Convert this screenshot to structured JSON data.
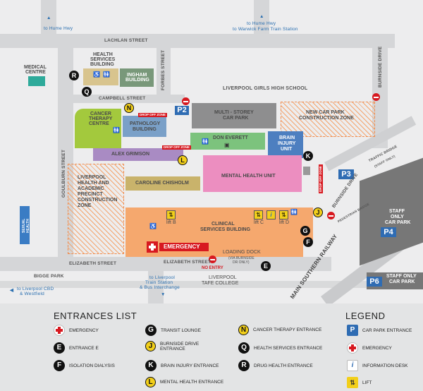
{
  "streets": {
    "lachlan": "LACHLAN STREET",
    "campbell": "CAMPBELL STREET",
    "forbes": "FORBES STREET",
    "goulburn": "GOULBURN STREET",
    "burnside": "BURNSIDE DRIVE",
    "burnside2": "BURNSIDE DRIVE",
    "elizabeth_left": "ELIZABETH STREET",
    "elizabeth_mid": "ELIZABETH STREET",
    "bigge": "BIGGE PARK",
    "railway": "MAIN SOUTHERN RAILWAY",
    "traffic_bridge": "TRAFFIC BRIDGE",
    "traffic_bridge_sub": "(STAFF ONLY)",
    "ped_bridge": "PEDESTRIAN BRIDGE"
  },
  "directions": {
    "hume_left": "to Hume Hwy",
    "hume_right_1": "to Hume Hwy",
    "hume_right_2": "to Warwick Farm Train Station",
    "cbd_1": "to Liverpool CBD",
    "cbd_2": "& Westfield",
    "train_1": "to Liverpool",
    "train_2": "Train Station",
    "train_3": "& Bus Interchange"
  },
  "places": {
    "medical_centre_1": "MEDICAL",
    "medical_centre_2": "CENTRE",
    "health_services_1": "HEALTH",
    "health_services_2": "SERVICES",
    "health_services_3": "BUILDING",
    "ingham_1": "INGHAM",
    "ingham_2": "BUILDING",
    "girls_high": "LIVERPOOL GIRLS HIGH SCHOOL",
    "cancer_1": "CANCER",
    "cancer_2": "THERAPY",
    "cancer_3": "CENTRE",
    "pathology_1": "PATHOLOGY",
    "pathology_2": "BUILDING",
    "multistorey_1": "MULTI - STOREY",
    "multistorey_2": "CAR PARK",
    "new_car_park_1": "NEW CAR PARK",
    "new_car_park_2": "CONSTRUCTION ZONE",
    "don_everett": "DON  EVERETT",
    "brain_1": "BRAIN",
    "brain_2": "INJURY",
    "brain_3": "UNIT",
    "alex_grimson": "ALEX GRIMSON",
    "mental_health": "MENTAL HEALTH UNIT",
    "precinct_1": "LIVERPOOL",
    "precinct_2": "HEALTH AND",
    "precinct_3": "ACADEMIC",
    "precinct_4": "PRECINCT",
    "precinct_5": "CONSTRUCTION",
    "precinct_6": "ZONE",
    "caroline": "CAROLINE CHISHOLM",
    "clinical_1": "CLINICAL",
    "clinical_2": "SERVICES BUILDING",
    "emergency": "EMERGENCY",
    "loading_dock": "LOADING DOCK",
    "loading_dock_sub_1": "(VIA BURNSIDE",
    "loading_dock_sub_2": "DR ONLY)",
    "no_entry": "NO ENTRY",
    "tafe_1": "LIVERPOOL",
    "tafe_2": "TAFE COLLEGE",
    "sexual_health_1": "SEXUAL",
    "sexual_health_2": "HEALTH",
    "staff_car_park_1": "STAFF",
    "staff_car_park_2": "ONLY",
    "staff_car_park_3": "CAR PARK",
    "staff_car_park_b_1": "STAFF ONLY",
    "staff_car_park_b_2": "CAR PARK",
    "drop_off_1": "DROP OFF ZONE",
    "drop_off_2": "DROP OFF ZONE",
    "drop_off_3": "DROP OFF ZONE",
    "lift_b": "lift B",
    "lift_c": "lift C",
    "lift_d": "lift D"
  },
  "car_parks": [
    "P2",
    "P3",
    "P4",
    "P6"
  ],
  "markers": {
    "R": "R",
    "Q": "Q",
    "N": "N",
    "L": "L",
    "K": "K",
    "J": "J",
    "G": "G",
    "F": "F",
    "E": "E"
  },
  "legend": {
    "entrances_title": "ENTRANCES LIST",
    "legend_title": "LEGEND",
    "entrances": [
      {
        "letter": "",
        "type": "cross",
        "label": "EMERGENCY"
      },
      {
        "letter": "E",
        "type": "black",
        "label": "ENTRANCE E"
      },
      {
        "letter": "F",
        "type": "black",
        "label": "ISOLATION DIALYSIS"
      },
      {
        "letter": "G",
        "type": "black",
        "label": "TRANSIT LOUNGE"
      },
      {
        "letter": "J",
        "type": "yellow",
        "label": "BURNSIDE DRIVE ENTRANCE"
      },
      {
        "letter": "K",
        "type": "black",
        "label": "BRAIN INJURY ENTRANCE"
      },
      {
        "letter": "L",
        "type": "yellow",
        "label": "MENTAL HEALTH ENTRANCE"
      },
      {
        "letter": "N",
        "type": "yellow",
        "label": "CANCER THERAPY ENTRANCE"
      },
      {
        "letter": "Q",
        "type": "black",
        "label": "HEALTH SERVICES ENTRANCE"
      },
      {
        "letter": "R",
        "type": "black",
        "label": "DRUG HEALTH ENTRANCE"
      }
    ],
    "items": [
      {
        "symbol": "P",
        "label": "CAR PARK ENTRANCE"
      },
      {
        "symbol": "+",
        "label": "EMERGENCY"
      },
      {
        "symbol": "i",
        "label": "INFORMATION DESK"
      },
      {
        "symbol": "lift",
        "label": "LIFT"
      }
    ]
  },
  "colors": {
    "clinical": "#f5a86e",
    "mental_health": "#ec8ec0",
    "don_everett": "#7cc37d",
    "alex_grimson": "#a98bc3",
    "caroline": "#c9b36b",
    "cancer": "#a3c93d",
    "pathology": "#7aa0c8",
    "multistorey": "#8e8e8f",
    "ingham": "#79987a",
    "health_services": "#d8c48e",
    "brain": "#4d7fc0",
    "medical": "#2eaa9a",
    "sexual_health": "#3a7cc4",
    "p_blue": "#2f6cb3",
    "emergency_red": "#d71920",
    "marker_yellow": "#f2cf1a"
  }
}
